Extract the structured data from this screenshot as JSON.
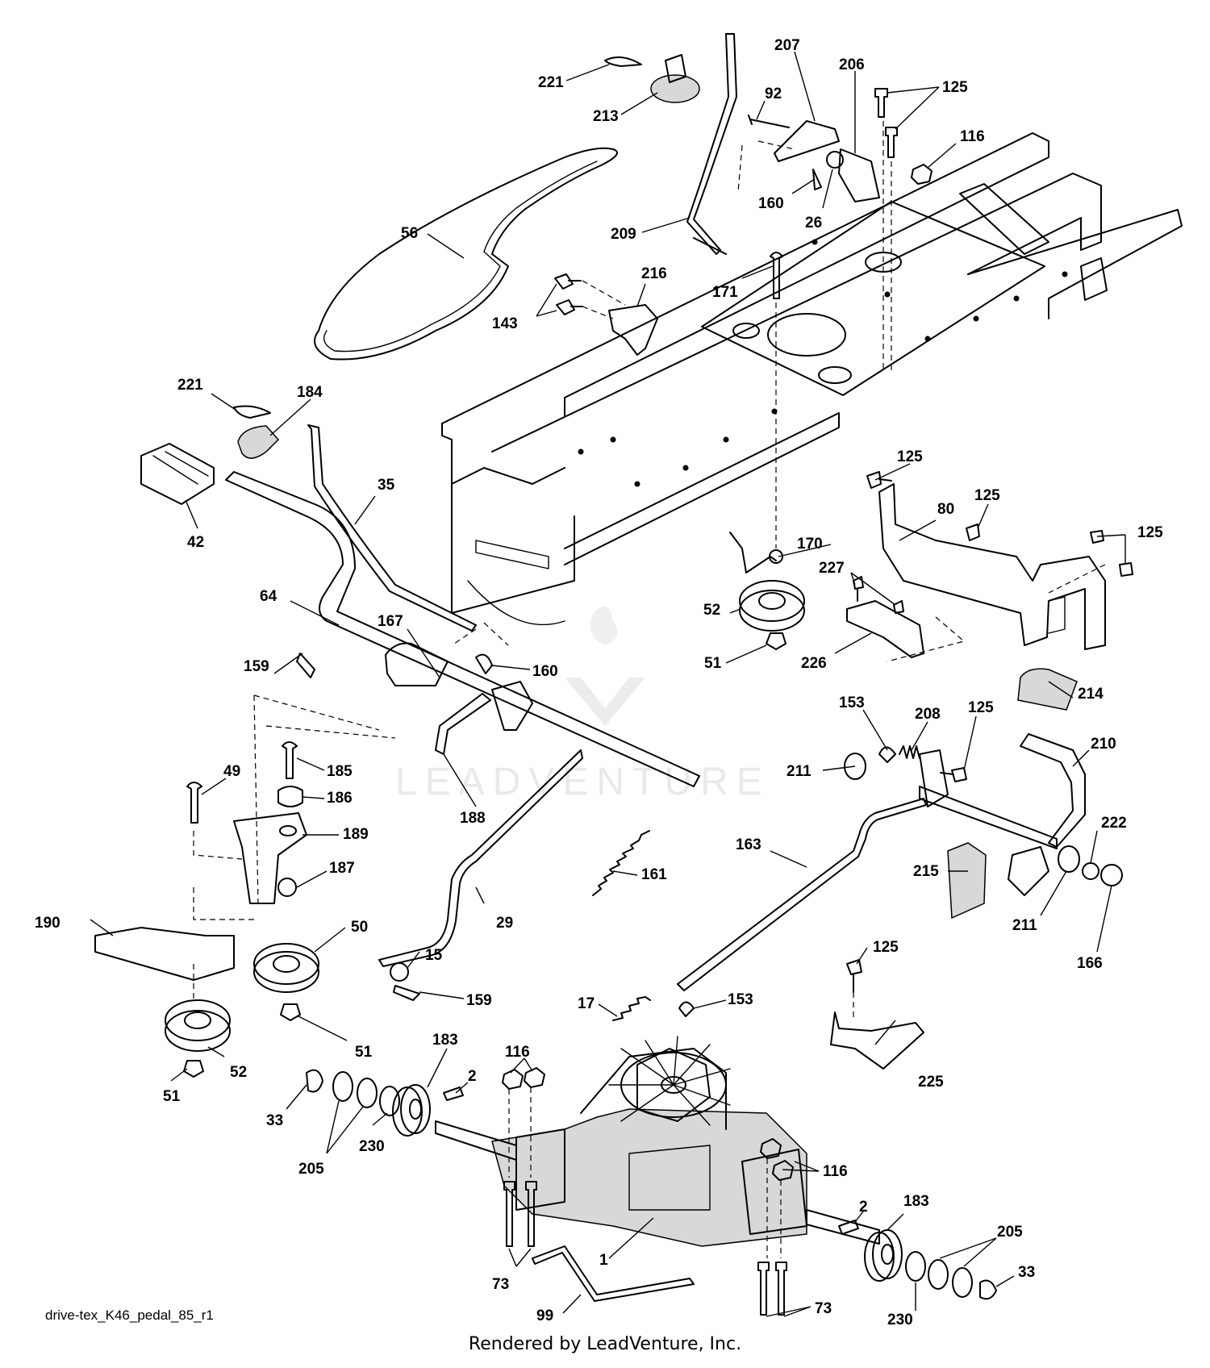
{
  "diagram": {
    "caption": "drive-tex_K46_pedal_85_r1",
    "footer": "Rendered by LeadVenture, Inc.",
    "watermark": "LEADVENTURE",
    "callouts": [
      "221",
      "213",
      "207",
      "92",
      "206",
      "125",
      "125",
      "116",
      "160",
      "26",
      "209",
      "56",
      "171",
      "216",
      "143",
      "221",
      "184",
      "35",
      "42",
      "125",
      "80",
      "125",
      "125",
      "170",
      "227",
      "52",
      "51",
      "226",
      "64",
      "167",
      "160",
      "159",
      "153",
      "208",
      "125",
      "214",
      "210",
      "49",
      "185",
      "186",
      "188",
      "211",
      "189",
      "163",
      "222",
      "187",
      "161",
      "215",
      "211",
      "166",
      "190",
      "50",
      "29",
      "15",
      "125",
      "159",
      "17",
      "153",
      "51",
      "52",
      "51",
      "183",
      "116",
      "225",
      "2",
      "33",
      "205",
      "230",
      "116",
      "183",
      "2",
      "205",
      "1",
      "33",
      "73",
      "99",
      "73",
      "230"
    ]
  }
}
